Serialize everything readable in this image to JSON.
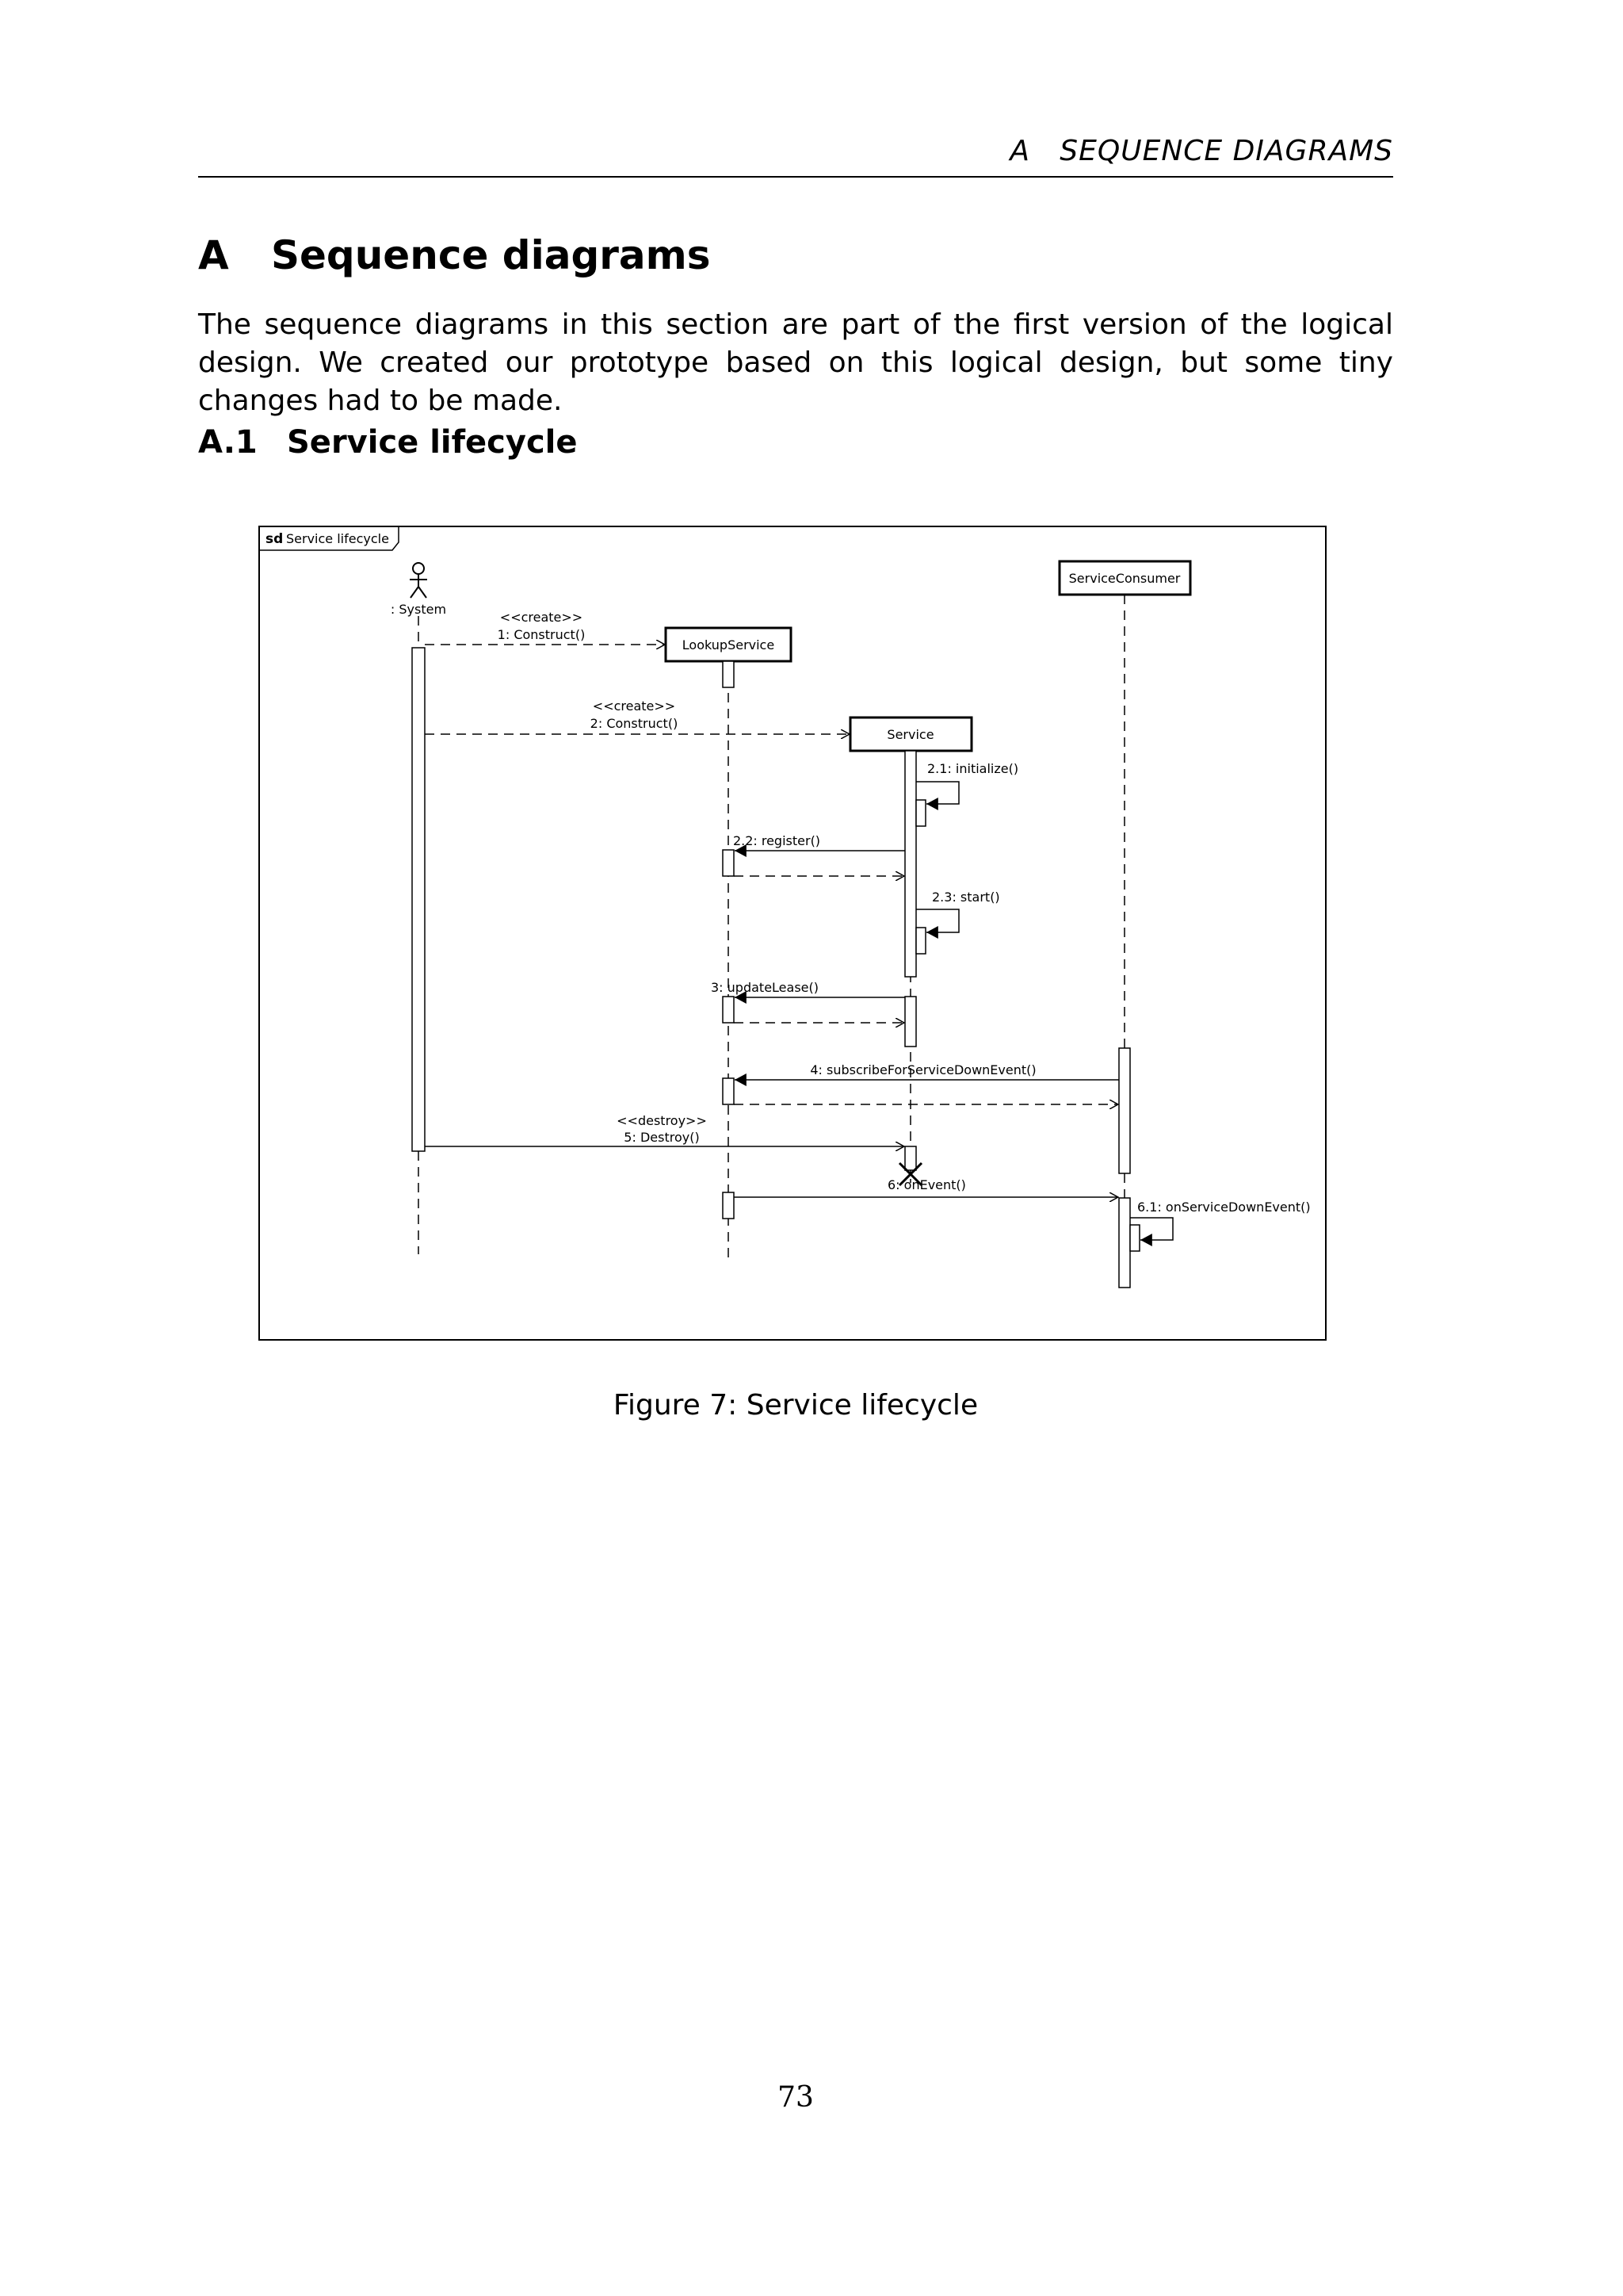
{
  "running_header": {
    "label": "A",
    "title": "SEQUENCE DIAGRAMS"
  },
  "section": {
    "number": "A",
    "title": "Sequence diagrams"
  },
  "intro_text": "The sequence diagrams in this section are part of the first version of the logical design.  We created our prototype based on this logical design, but some tiny changes had to be made.",
  "subsection": {
    "number": "A.1",
    "title": "Service lifecycle"
  },
  "diagram": {
    "frame_keyword": "sd",
    "frame_title": "Service lifecycle",
    "lifelines": {
      "system": ": System",
      "lookup": "LookupService",
      "service": "Service",
      "consumer": "ServiceConsumer"
    },
    "messages": {
      "m1_stereotype": "<<create>>",
      "m1": "1: Construct()",
      "m2_stereotype": "<<create>>",
      "m2": "2: Construct()",
      "m21": "2.1: initialize()",
      "m22": "2.2: register()",
      "m23": "2.3: start()",
      "m3": "3: updateLease()",
      "m4": "4: subscribeForServiceDownEvent()",
      "m5_stereotype": "<<destroy>>",
      "m5": "5: Destroy()",
      "m6": "6: onEvent()",
      "m61": "6.1: onServiceDownEvent()"
    }
  },
  "caption": "Figure 7:  Service lifecycle",
  "page_number": "73"
}
